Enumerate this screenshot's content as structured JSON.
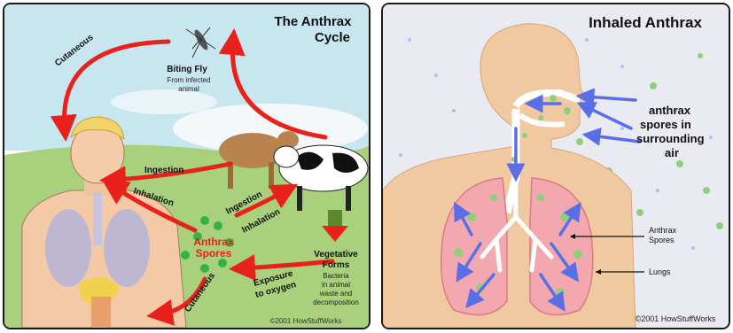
{
  "left": {
    "title": [
      "The Anthrax",
      "Cycle"
    ],
    "labels": {
      "cutaneous_top": "Cutaneous",
      "biting_fly": "Biting Fly",
      "biting_fly_sub": [
        "From infected",
        "animal"
      ],
      "ingestion_human": "Ingestion",
      "inhalation_human": "Inhalation",
      "ingestion_cow": "Ingestion",
      "inhalation_cow": "Inhalation",
      "anthrax_spores": [
        "Anthrax",
        "Spores"
      ],
      "vegetative_forms": [
        "Vegetative",
        "Forms"
      ],
      "vegetative_sub": [
        "Bacteria",
        "in animal",
        "waste and",
        "decomposition"
      ],
      "exposure": [
        "Exposure",
        "to oxygen"
      ],
      "cutaneous_bottom": "Cutaneous"
    },
    "credit": "©2001 HowStuffWorks",
    "colors": {
      "arrow": "#e8221a",
      "sky": "#bfe1ee",
      "grass": "#a7cf76",
      "spore": "#34b24a"
    }
  },
  "right": {
    "title": "Inhaled Anthrax",
    "callout": [
      "anthrax",
      "spores in",
      "surrounding",
      "air"
    ],
    "labels": {
      "anthrax_spores": [
        "Anthrax",
        "Spores"
      ],
      "lungs": "Lungs"
    },
    "credit": "©2001 HowStuffWorks",
    "colors": {
      "skin": "#f1c9a0",
      "lung": "#f2a8ae",
      "arrow": "#5a6ee8",
      "spore": "#8ed07a",
      "bg": "#e9eaf2"
    }
  }
}
